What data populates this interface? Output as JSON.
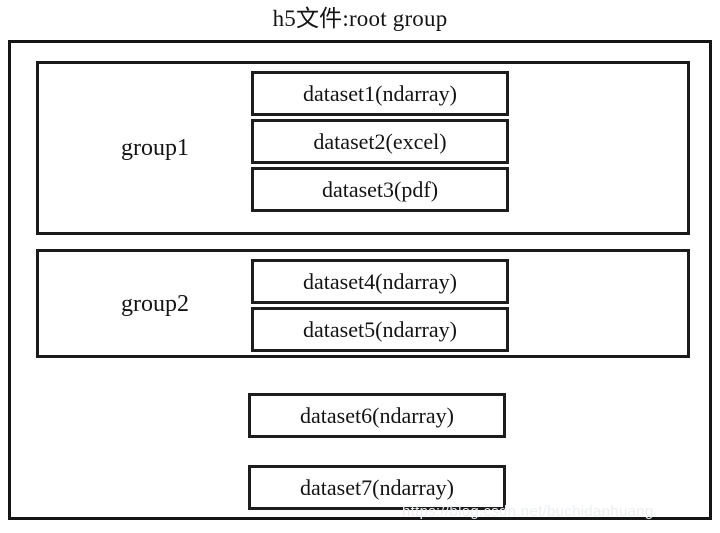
{
  "title": "h5文件:root group",
  "root": {
    "label": "h5 file root group",
    "groups": [
      {
        "name": "group1",
        "label": "group1",
        "datasets": [
          {
            "label": "dataset1(ndarray)"
          },
          {
            "label": "dataset2(excel)"
          },
          {
            "label": "dataset3(pdf)"
          }
        ]
      },
      {
        "name": "group2",
        "label": "group2",
        "datasets": [
          {
            "label": "dataset4(ndarray)"
          },
          {
            "label": "dataset5(ndarray)"
          }
        ]
      }
    ],
    "root_datasets": [
      {
        "label": "dataset6(ndarray)"
      },
      {
        "label": "dataset7(ndarray)"
      }
    ]
  },
  "watermark": "https://blog.csdn.net/buchidanhuang",
  "colors": {
    "border": "#1a1a1a",
    "background": "#ffffff",
    "text": "#141414",
    "watermark": "#eceff1"
  }
}
